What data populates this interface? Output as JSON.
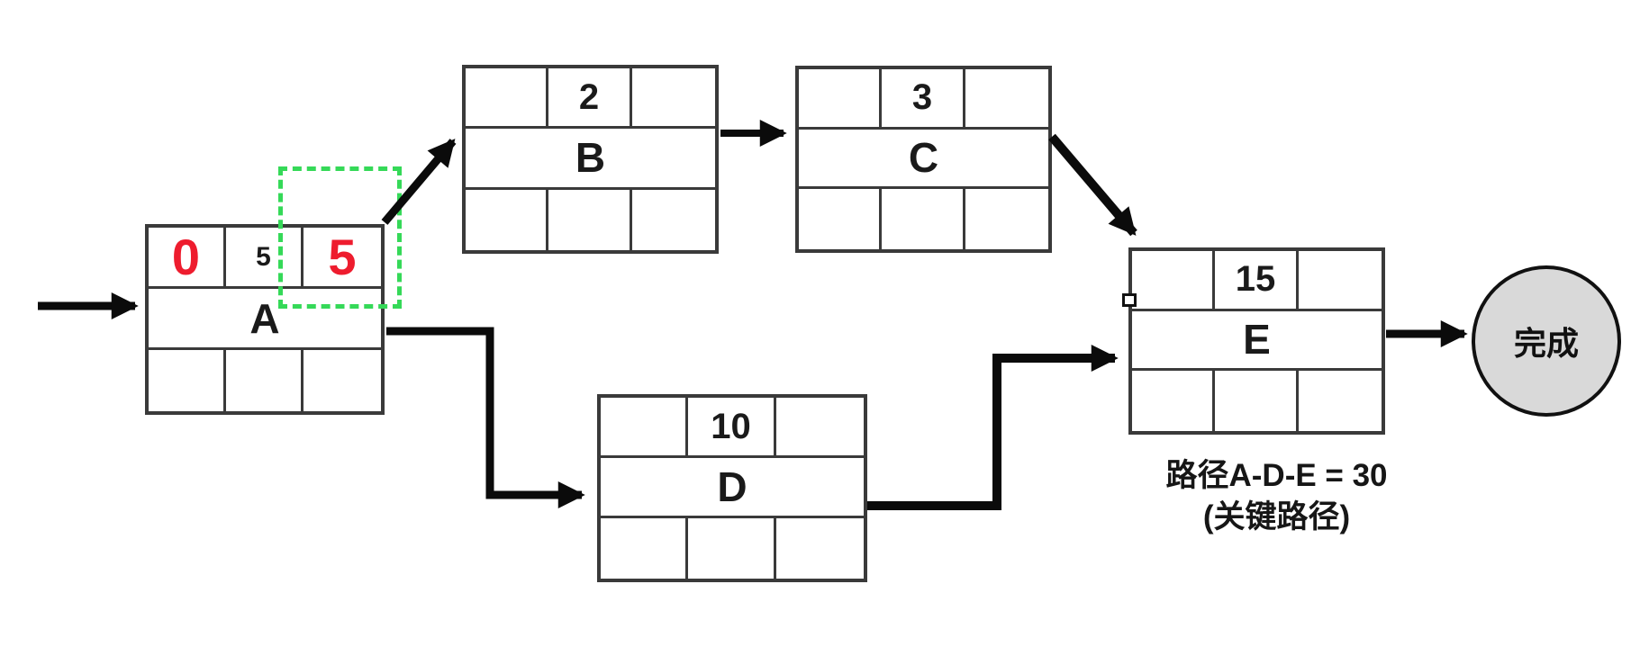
{
  "diagram_type": "activity-on-node project network (CPM)",
  "colors": {
    "background": "#ffffff",
    "node_border": "#3a3a3a",
    "arrow": "#0b0b0b",
    "red_value": "#ee1c2e",
    "highlight_green": "#35d958",
    "finish_fill": "#d9d9d9"
  },
  "nodes": [
    {
      "id": "A",
      "label": "A",
      "es": "0",
      "duration": "5",
      "ef": "5"
    },
    {
      "id": "B",
      "label": "B",
      "duration": "2"
    },
    {
      "id": "C",
      "label": "C",
      "duration": "3"
    },
    {
      "id": "D",
      "label": "D",
      "duration": "10"
    },
    {
      "id": "E",
      "label": "E",
      "duration": "15"
    }
  ],
  "finish": {
    "label": "完成"
  },
  "edges": [
    {
      "from": "start",
      "to": "A"
    },
    {
      "from": "A",
      "to": "B"
    },
    {
      "from": "B",
      "to": "C"
    },
    {
      "from": "C",
      "to": "E"
    },
    {
      "from": "A",
      "to": "D"
    },
    {
      "from": "D",
      "to": "E"
    },
    {
      "from": "E",
      "to": "完成"
    }
  ],
  "highlight": {
    "target": "node A EF cell (value 5)",
    "style": "green dashed rectangle"
  },
  "annotation": {
    "line1": "路径A-D-E = 30",
    "line2": "(关键路径)"
  }
}
